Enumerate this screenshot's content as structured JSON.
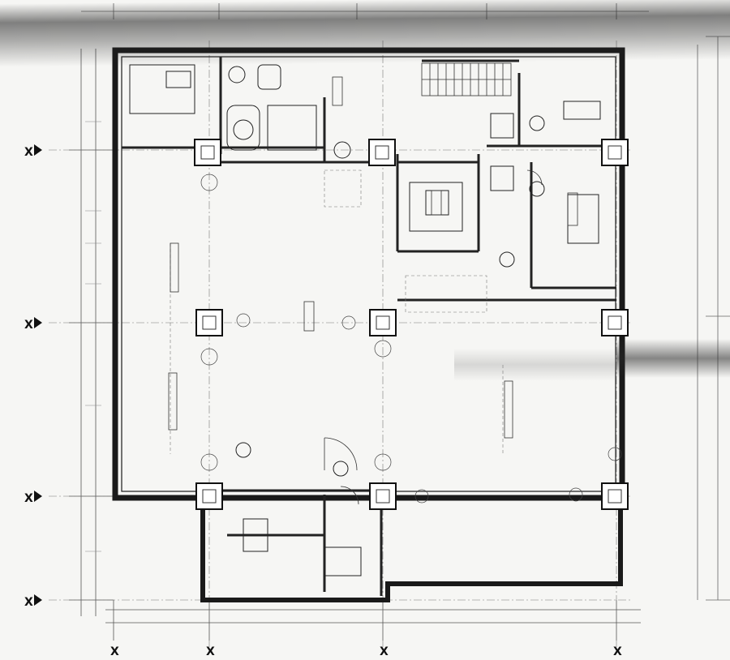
{
  "drawing": {
    "type": "floor-plan",
    "axis_labels": {
      "left": [
        "X",
        "X",
        "X",
        "X"
      ],
      "bottom": [
        "X",
        "X",
        "X",
        "X"
      ]
    }
  }
}
